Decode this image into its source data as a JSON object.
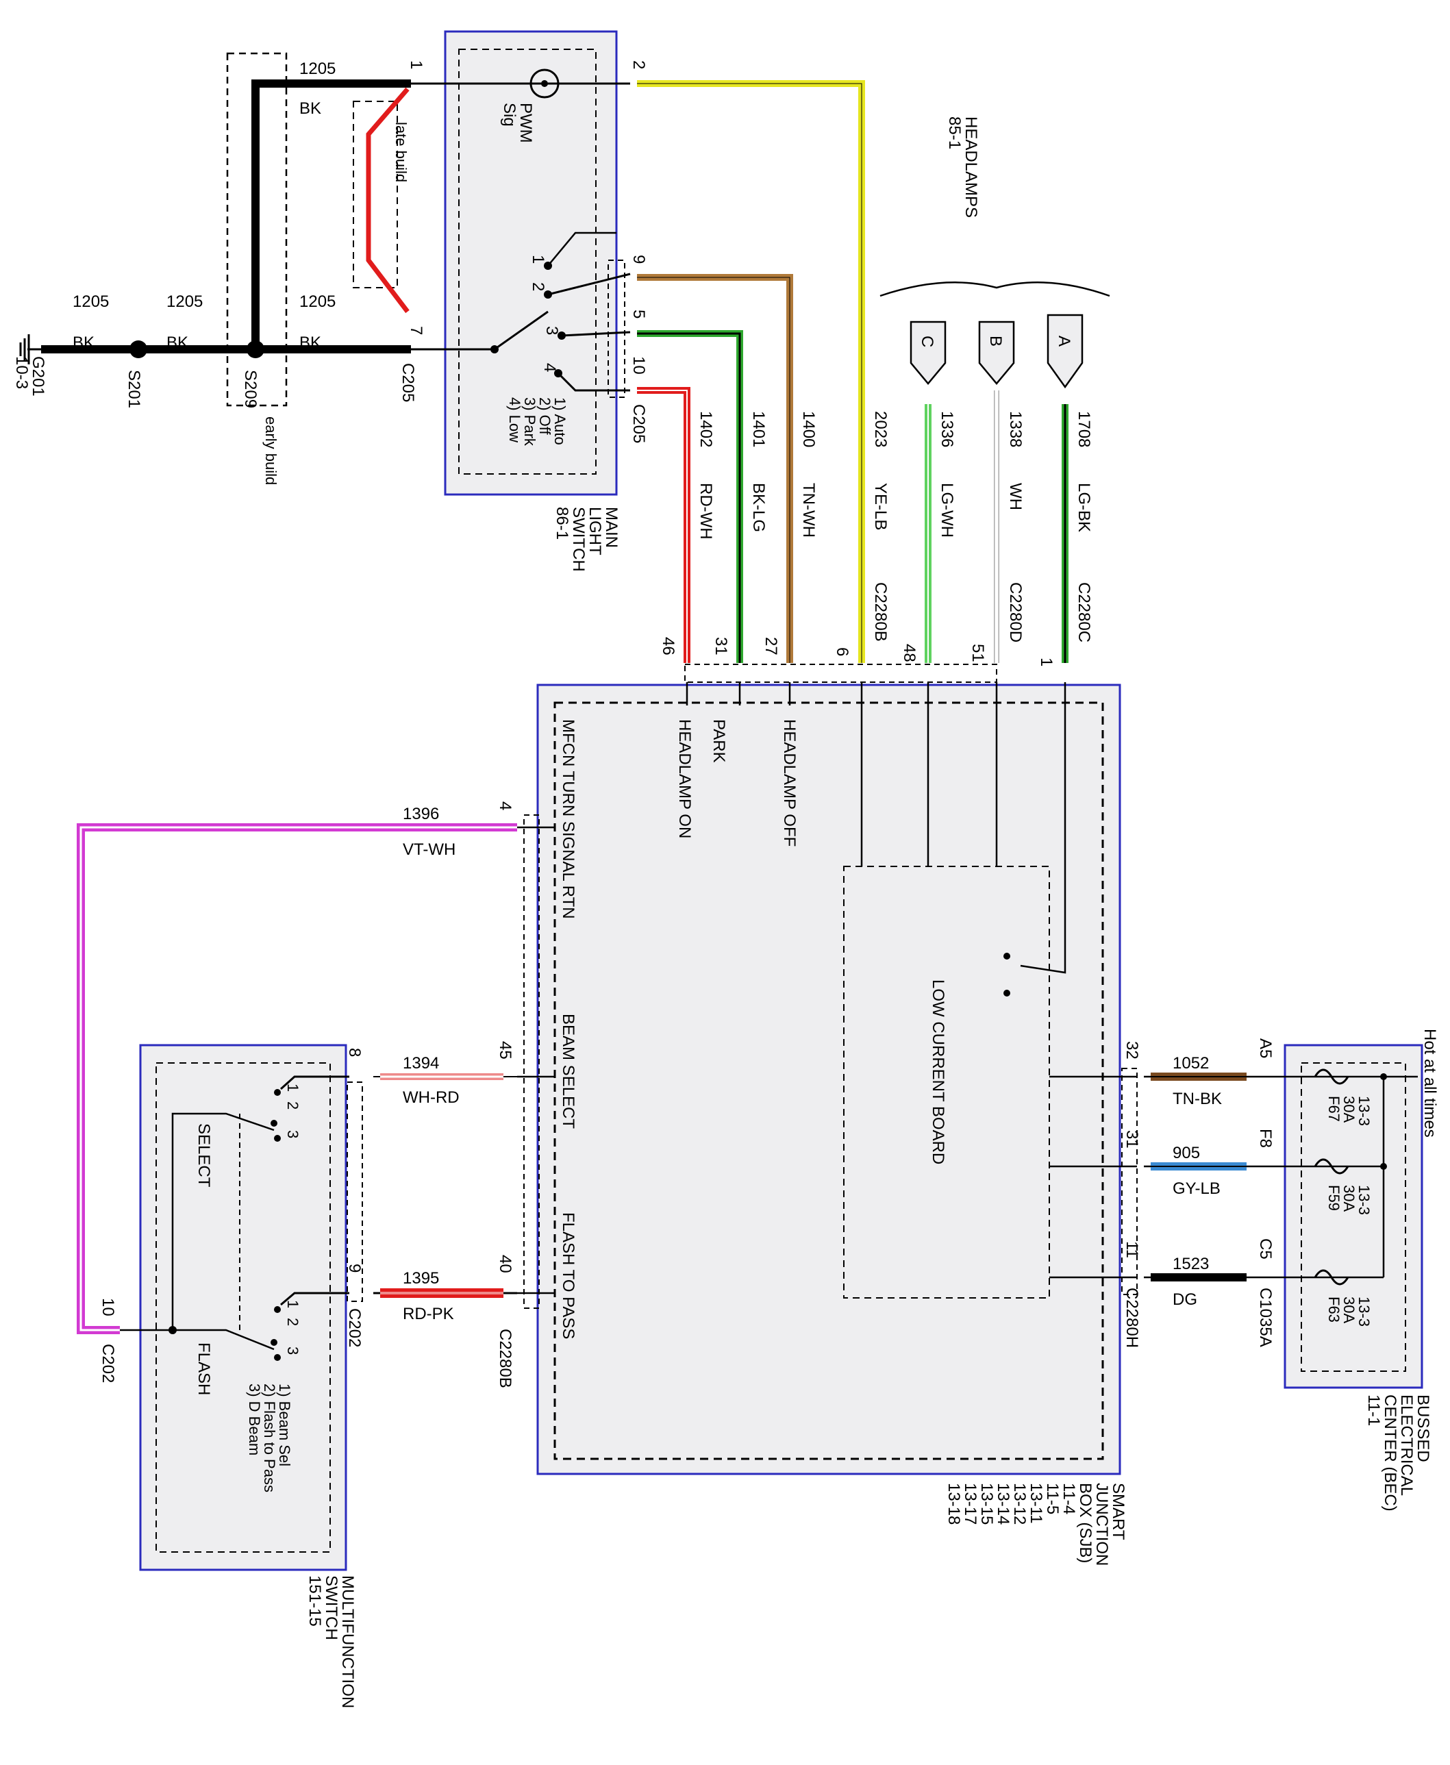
{
  "colors": {
    "background": "#ffffff",
    "module_fill": "#eeeef0",
    "module_border": "#2b2bbd",
    "wire_black": "#000000",
    "wire_red": "#e11c1c",
    "wire_yellow": "#e6e620",
    "wire_tan": "#b07a3a",
    "wire_green": "#2ea82e",
    "wire_light_green": "#5fd25f",
    "wire_white": "#cccccc",
    "wire_violet": "#d23ad2",
    "wire_pink": "#ee8a8a",
    "wire_blue": "#3a8ad2",
    "wire_brown": "#7a4a20"
  },
  "modules": {
    "main_light_switch": {
      "title": [
        "MAIN",
        "LIGHT",
        "SWITCH",
        "86-1"
      ],
      "pwm_label": [
        "PWM",
        "Sig"
      ],
      "positions": [
        "1) Auto",
        "2) Off",
        "3) Park",
        "4) Low"
      ],
      "contacts": [
        "1",
        "2",
        "3",
        "4"
      ]
    },
    "smart_junction_box": {
      "title": [
        "SMART",
        "JUNCTION",
        "BOX (SJB)",
        "11-4",
        "11-5",
        "13-11",
        "13-12",
        "13-14",
        "13-15",
        "13-17",
        "13-18"
      ],
      "low_current_board": "LOW CURRENT BOARD",
      "inputs": [
        "HEADLAMP ON",
        "PARK",
        "HEADLAMP OFF",
        "MFCN TURN SIGNAL RTN",
        "BEAM SELECT",
        "FLASH TO PASS"
      ]
    },
    "multifunction_switch": {
      "title": [
        "MULTIFUNCTION",
        "SWITCH",
        "151-15"
      ],
      "select_label": "SELECT",
      "flash_label": "FLASH",
      "positions": [
        "1) Beam Sel",
        "2) Flash to Pass",
        "3) D Beam"
      ],
      "contacts": [
        "1",
        "2",
        "3"
      ]
    },
    "bec": {
      "title": [
        "BUSSED",
        "ELECTRICAL",
        "CENTER (BEC)",
        "11-1"
      ],
      "fuses": [
        {
          "id": "F67",
          "rating": "30A",
          "ref": "13-3"
        },
        {
          "id": "F59",
          "rating": "30A",
          "ref": "13-3"
        },
        {
          "id": "F63",
          "rating": "30A",
          "ref": "13-3"
        }
      ],
      "hot_label": "Hot at all times"
    },
    "headlamps": {
      "title": [
        "HEADLAMPS",
        "85-1"
      ],
      "connectors": [
        "C",
        "B",
        "A"
      ]
    }
  },
  "labels": {
    "early_build": "early build",
    "late_build": "late build"
  },
  "grounds": {
    "g201": [
      "G201",
      "10-3"
    ],
    "s201": "S201",
    "s209": "S209"
  },
  "connectors": {
    "c205": "C205",
    "c2280b": "C2280B",
    "c2280c": "C2280C",
    "c2280d": "C2280D",
    "c2280h": "C2280H",
    "c1035a": "C1035A",
    "c202": "C202"
  },
  "wires": {
    "w1205_a": {
      "circuit": "1205",
      "color": "BK"
    },
    "w1205_b": {
      "circuit": "1205",
      "color": "BK"
    },
    "w1205_c": {
      "circuit": "1205",
      "color": "BK"
    },
    "w1205_top": {
      "circuit": "1205",
      "color": "BK"
    },
    "w1402": {
      "circuit": "1402",
      "color": "RD-WH"
    },
    "w1401": {
      "circuit": "1401",
      "color": "BK-LG"
    },
    "w1400": {
      "circuit": "1400",
      "color": "TN-WH"
    },
    "w2023": {
      "circuit": "2023",
      "color": "YE-LB"
    },
    "w1336": {
      "circuit": "1336",
      "color": "LG-WH"
    },
    "w1338": {
      "circuit": "1338",
      "color": "WH"
    },
    "w1708": {
      "circuit": "1708",
      "color": "LG-BK"
    },
    "w1396": {
      "circuit": "1396",
      "color": "VT-WH"
    },
    "w1394": {
      "circuit": "1394",
      "color": "WH-RD"
    },
    "w1395": {
      "circuit": "1395",
      "color": "RD-PK"
    },
    "w1052": {
      "circuit": "1052",
      "color": "TN-BK"
    },
    "w905": {
      "circuit": "905",
      "color": "GY-LB"
    },
    "w1523": {
      "circuit": "1523",
      "color": "DG"
    }
  },
  "pins": {
    "mls_1": "1",
    "mls_7": "7",
    "mls_2": "2",
    "mls_9": "9",
    "mls_5": "5",
    "mls_10": "10",
    "sjb_46": "46",
    "sjb_31": "31",
    "sjb_27": "27",
    "sjb_6": "6",
    "sjb_48": "48",
    "sjb_51": "51",
    "sjb_1": "1",
    "sjb_4": "4",
    "sjb_45": "45",
    "sjb_40": "40",
    "sjb_32": "32",
    "sjb_31h": "31",
    "sjb_11": "11",
    "bec_a5": "A5",
    "bec_f8": "F8",
    "bec_c5": "C5",
    "mfs_8": "8",
    "mfs_9": "9",
    "mfs_10": "10"
  }
}
